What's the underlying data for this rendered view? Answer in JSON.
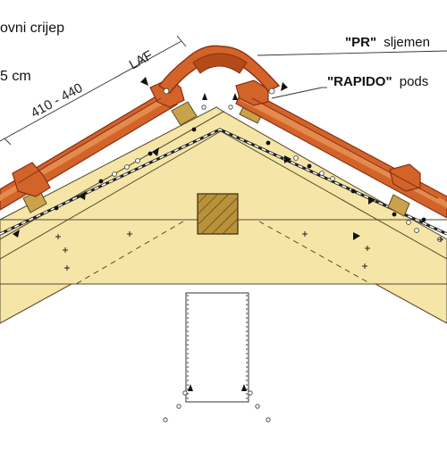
{
  "labels": {
    "tile_name": "ovni crijep",
    "tile_dimension": "5 cm",
    "laf": "LAF",
    "batten_range": "410 - 440",
    "pr_code": "\"PR\"",
    "pr_text": "sljemen",
    "rapido_code": "\"RAPIDO\"",
    "rapido_text": "pods"
  },
  "colors": {
    "timber": "#f5e6a8",
    "timber_stroke": "#5a4a2a",
    "tile": "#d2642a",
    "tile_dark": "#8a2f12",
    "batten": "#c9a24a",
    "ridge_beam": "#b8923a",
    "line": "#333333"
  },
  "icons": [
    "arrow-marker",
    "nail-cross-marker",
    "dot-marker",
    "open-circle-marker"
  ]
}
